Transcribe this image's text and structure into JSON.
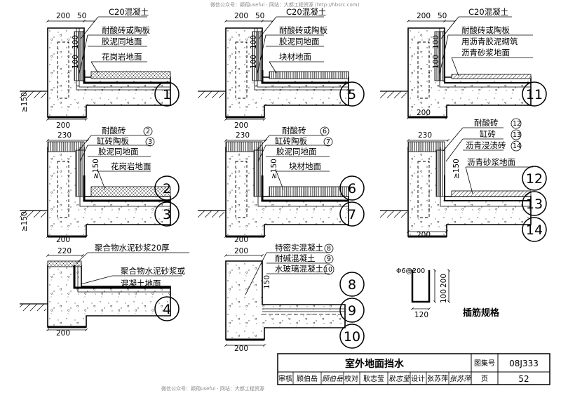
{
  "watermarks": {
    "top": "微信公众号：颖翔useful · 网站：大都工程资源 (http://hbsrc.com)",
    "bottom": "微信公众号：颖翔useful · 网站：大都工程资源"
  },
  "details": {
    "d1": {
      "dims": {
        "top_width": "200",
        "top_gap": "50",
        "height_a": "100",
        "height_b": "100",
        "base_width": "200",
        "step": "≥150"
      },
      "labels": [
        "C20混凝土",
        "耐酸砖或陶板",
        "胶泥同地面",
        "花岗岩地面"
      ],
      "circle": "1"
    },
    "d5": {
      "dims": {
        "top_width": "200",
        "top_gap": "50",
        "height_a": "100",
        "height_b": "100",
        "base_width": "200"
      },
      "labels": [
        "C20混凝土",
        "耐酸砖或陶板",
        "胶泥同地面",
        "块材地面"
      ],
      "circle": "5"
    },
    "d11": {
      "dims": {
        "top_width": "200",
        "top_gap": "50",
        "height_a": "100",
        "height_b": "100",
        "base_width": "200"
      },
      "labels": [
        "C20混凝土",
        "耐酸砖或陶板",
        "用沥青胶泥砌筑",
        "沥青砂浆地面"
      ],
      "circle": "11"
    },
    "d2": {
      "dims": {
        "top_width": "230",
        "height": "≥150",
        "base_width": "200",
        "step": "≥150"
      },
      "labels": [
        "耐酸砖",
        "缸砖陶板",
        "胶泥同地面",
        "花岗岩地面"
      ],
      "refs": [
        "2",
        "3"
      ],
      "circles": [
        "2",
        "3"
      ]
    },
    "d6": {
      "dims": {
        "top_width": "230",
        "height": "≥150",
        "base_width": "200"
      },
      "labels": [
        "耐酸砖",
        "缸砖陶板",
        "胶泥同地面",
        "块材地面"
      ],
      "refs": [
        "6",
        "7"
      ],
      "circles": [
        "6",
        "7"
      ]
    },
    "d12": {
      "dims": {
        "top_width": "230",
        "height": "≥150",
        "base_width": "200"
      },
      "labels": [
        "耐酸砖",
        "缸砖",
        "沥青浸渍砖",
        "沥青砂浆地面"
      ],
      "refs": [
        "12",
        "13",
        "14"
      ],
      "circles": [
        "12",
        "13",
        "14"
      ]
    },
    "d4": {
      "dims": {
        "top_width": "220",
        "base_width": "200"
      },
      "labels": [
        "聚合物水泥砂浆20厚",
        "聚合物水泥砂浆或",
        "混凝土地面"
      ],
      "circle": "4"
    },
    "d8": {
      "dims": {
        "top_width": "200",
        "height": "150",
        "base_width": "200"
      },
      "labels": [
        "特密实混凝土",
        "耐碱混凝土",
        "水玻璃混凝土"
      ],
      "refs": [
        "8",
        "9",
        "10"
      ],
      "circles": [
        "8",
        "9",
        "10"
      ]
    },
    "rebar": {
      "spec": "Φ6@200",
      "dims": {
        "height_total": "200",
        "height_lower": "100",
        "width": "120"
      },
      "caption": "插筋规格"
    }
  },
  "title_block": {
    "title": "室外地面挡水",
    "atlas_label": "图集号",
    "atlas_no": "08J333",
    "review_label": "审核",
    "reviewer": "顾伯岳",
    "reviewer_sig": "顾伯岳",
    "check_label": "校对",
    "checker": "耿志莹",
    "checker_sig": "耿志莹",
    "design_label": "设计",
    "designer": "张苏萍",
    "designer_sig": "张苏萍",
    "page_label": "页",
    "page_no": "52"
  }
}
